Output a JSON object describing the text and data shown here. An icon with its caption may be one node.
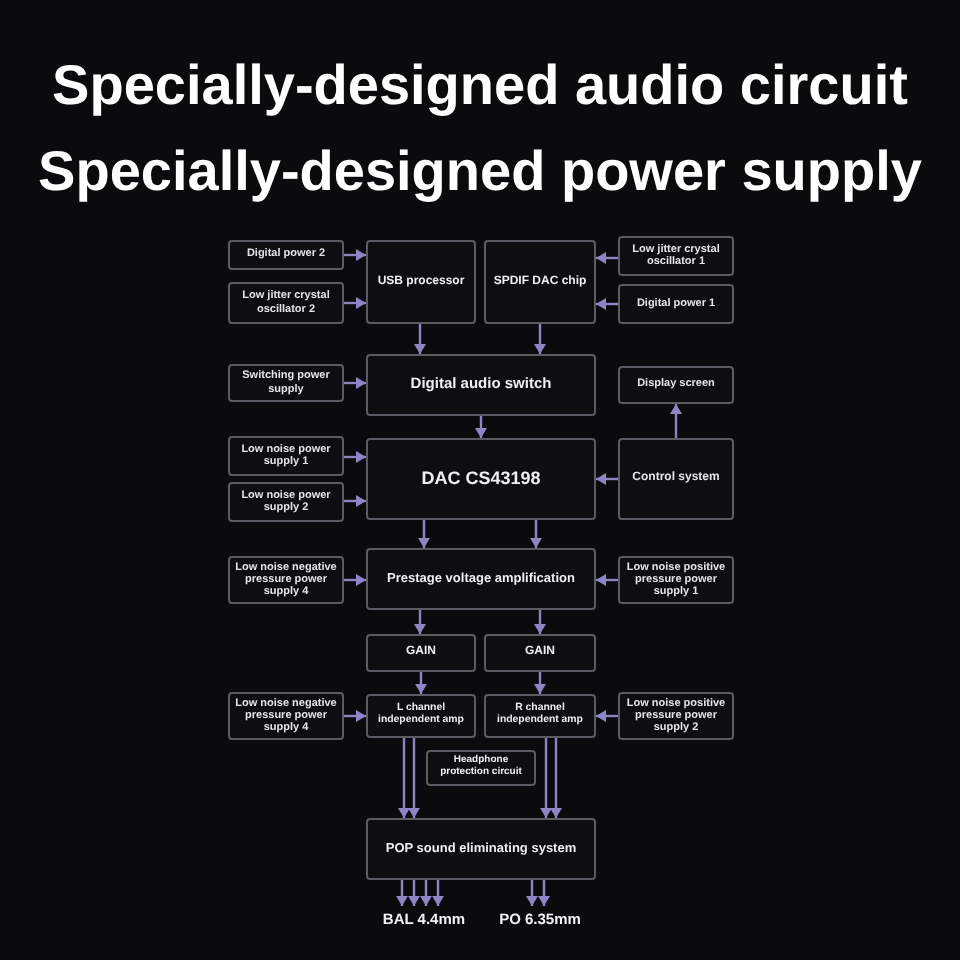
{
  "diagram": {
    "title": "Specially-designed audio circuit",
    "nodes": [
      {
        "text": [
          "Digital power 2"
        ]
      },
      {
        "text": [
          "USB processor"
        ]
      },
      {
        "text": [
          "SPDIF DAC chip"
        ]
      },
      {
        "text": [
          "Low jitter crystal oscillator 1"
        ]
      },
      {
        "text": [
          "Low jitter crystal oscillator 2"
        ]
      },
      {
        "text": [
          "Digital power 1"
        ]
      },
      {
        "text": [
          "Switching power supply"
        ]
      },
      {
        "text": [
          "Digital audio switch"
        ]
      },
      {
        "text": [
          "Display screen"
        ]
      },
      {
        "text": [
          "Low noise power supply 1"
        ]
      },
      {
        "text": [
          "DAC CS43198"
        ]
      },
      {
        "text": [
          "Control system"
        ]
      },
      {
        "text": [
          "Low noise power supply 2"
        ]
      },
      {
        "text": [
          "Low noise negative pressure power supply 4"
        ]
      },
      {
        "text": [
          "Prestage voltage amplification"
        ]
      },
      {
        "text": [
          "Low noise positive pressure power supply 1"
        ]
      },
      {
        "text": [
          "GAIN"
        ]
      },
      {
        "text": [
          "GAIN"
        ]
      },
      {
        "text": [
          "Low noise negative pressure power supply 4"
        ]
      },
      {
        "text": [
          "L channel independent amp"
        ]
      },
      {
        "text": [
          "R channel independent amp"
        ]
      },
      {
        "text": [
          "Low noise positive pressure power supply 2"
        ]
      },
      {
        "text": [
          "Headphone protection circuit"
        ]
      },
      {
        "text": [
          "POP sound eliminating system"
        ]
      },
      {
        "text": [
          "BAL 4.4mm"
        ]
      },
      {
        "text": [
          "PO 6.35mm"
        ]
      }
    ],
    "edges": [
      {
        "from": 0,
        "to": 1,
        "arrow": "to"
      },
      {
        "from": 3,
        "to": 2,
        "arrow": "to"
      },
      {
        "from": 4,
        "to": 1,
        "arrow": "to"
      },
      {
        "from": 5,
        "to": 2,
        "arrow": "to"
      },
      {
        "from": 1,
        "to": 7,
        "arrow": "to"
      },
      {
        "from": 2,
        "to": 7,
        "arrow": "to"
      },
      {
        "from": 6,
        "to": 7,
        "arrow": "to"
      },
      {
        "from": 11,
        "to": 8,
        "arrow": "to"
      },
      {
        "from": 7,
        "to": 10,
        "arrow": "to"
      },
      {
        "from": 9,
        "to": 10,
        "arrow": "to"
      },
      {
        "from": 11,
        "to": 10,
        "arrow": "to"
      },
      {
        "from": 12,
        "to": 10,
        "arrow": "to"
      },
      {
        "from": 10,
        "to": 14,
        "arrow": "to"
      },
      {
        "from": 10,
        "to": 14,
        "arrow": "to"
      },
      {
        "from": 13,
        "to": 14,
        "arrow": "to"
      },
      {
        "from": 15,
        "to": 14,
        "arrow": "to"
      },
      {
        "from": 14,
        "to": 16,
        "arrow": "to"
      },
      {
        "from": 14,
        "to": 17,
        "arrow": "to"
      },
      {
        "from": 16,
        "to": 19,
        "arrow": "to"
      },
      {
        "from": 17,
        "to": 20,
        "arrow": "to"
      },
      {
        "from": 18,
        "to": 19,
        "arrow": "to"
      },
      {
        "from": 21,
        "to": 20,
        "arrow": "to"
      },
      {
        "from": 19,
        "to": 23,
        "arrow": "to"
      },
      {
        "from": 19,
        "to": 23,
        "arrow": "to"
      },
      {
        "from": 20,
        "to": 23,
        "arrow": "to"
      },
      {
        "from": 20,
        "to": 23,
        "arrow": "to"
      },
      {
        "from": 23,
        "to": 24,
        "arrow": "to"
      },
      {
        "from": 23,
        "to": 24,
        "arrow": "to"
      },
      {
        "from": 23,
        "to": 24,
        "arrow": "to"
      },
      {
        "from": 23,
        "to": 24,
        "arrow": "to"
      },
      {
        "from": 23,
        "to": 25,
        "arrow": "to"
      },
      {
        "from": 23,
        "to": 25,
        "arrow": "to"
      }
    ],
    "labels": [
      "Specially-designed power supply"
    ]
  }
}
